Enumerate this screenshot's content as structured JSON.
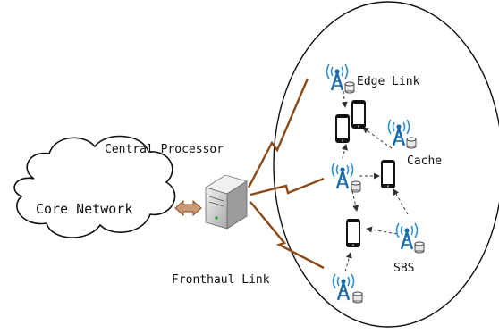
{
  "labels": {
    "core_network": "Core Network",
    "central_processor": "Central Processor",
    "fronthaul_link": "Fronthaul Link",
    "edge_link": "Edge Link",
    "cache": "Cache",
    "sbs": "SBS"
  },
  "colors": {
    "fronthaul": "#8b4a17",
    "fronthaul_light": "#b07040",
    "antenna": "#1a6aa8",
    "signal_wave": "#2a8fd0",
    "phone": "#111111",
    "arrow_dashed": "#333333",
    "server": "#cfcfcf"
  },
  "icons": {
    "cloud": "cloud-icon",
    "server": "server-icon",
    "tower": "base-station-tower-icon",
    "phone": "smartphone-icon",
    "cache": "cache-cylinder-icon",
    "double_arrow": "double-arrow-icon"
  }
}
